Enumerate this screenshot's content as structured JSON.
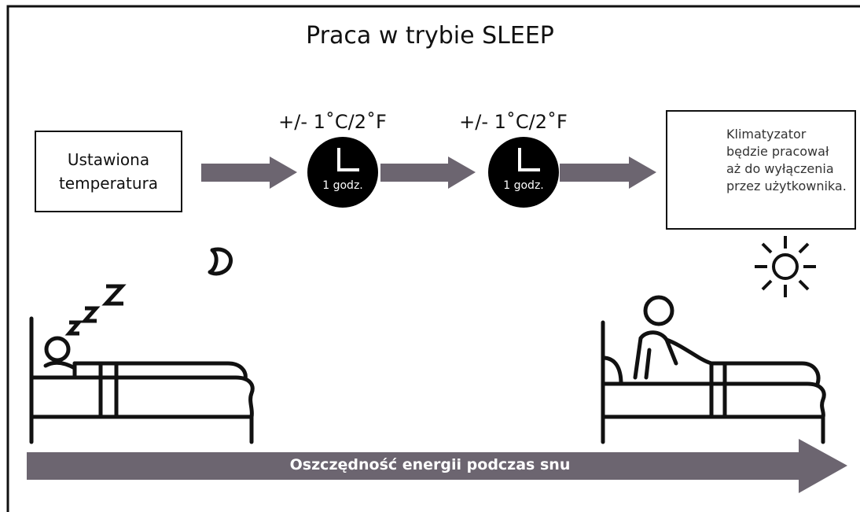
{
  "title": "Praca w trybie SLEEP",
  "set_temperature": "Ustawiona\ntemperatura",
  "steps": [
    {
      "delta": "+/- 1˚C/2˚F",
      "duration": "1 godz."
    },
    {
      "delta": "+/- 1˚C/2˚F",
      "duration": "1 godz."
    }
  ],
  "final_note": "Klimatyzator\nbędzie pracował\naż do wyłączenia\nprzez użytkownika.",
  "bottom_label": "Oszczędność energii podczas snu",
  "colors": {
    "arrow": "#6c6570",
    "ink": "#111111"
  },
  "icons": [
    "clock-icon",
    "lightbulb-icon",
    "moon-icon",
    "sun-icon",
    "zzz-icon",
    "sleeping-person-icon",
    "waking-person-icon"
  ]
}
